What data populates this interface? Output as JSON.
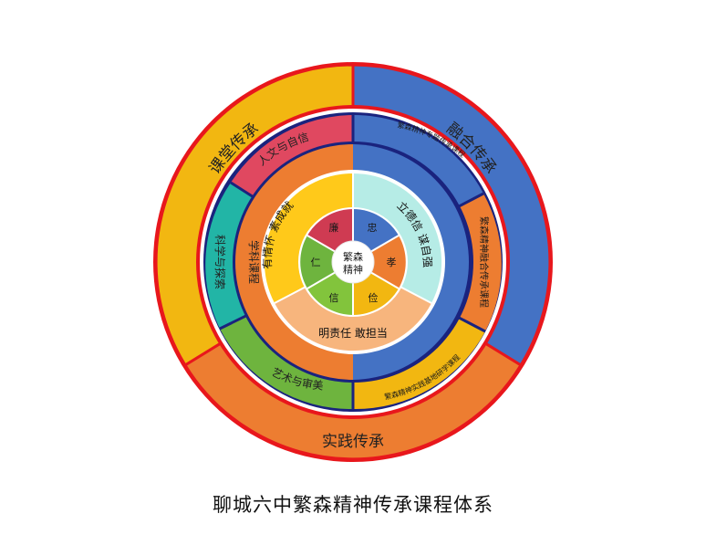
{
  "caption": "聊城六中繁森精神传承课程体系",
  "colors": {
    "red": "#e8171c",
    "yellow": "#f2b711",
    "blue": "#4472c4",
    "orange": "#ed7d31",
    "navy": "#1a237e",
    "pink": "#e04860",
    "teal": "#22b5a6",
    "green": "#6eb43e",
    "light_yellow": "#ffc91a",
    "light_cyan": "#b6ece6",
    "peach": "#f7b57d",
    "lime": "#82c43c",
    "dark_red": "#cf3b52",
    "white": "#ffffff"
  },
  "outer_ring": {
    "classroom": "课堂传承",
    "fusion": "融合传承",
    "practice": "实践传承"
  },
  "course_ring": {
    "humanities": "人文与自信",
    "science": "科学与探索",
    "arts": "艺术与审美",
    "special": "繁森精神专题传承课程",
    "fusion_course": "繁森精神融合传承课程",
    "base_course": "繁森精神实践基地研学课程"
  },
  "inner_ring": {
    "subject": "学科课程"
  },
  "values_ring": {
    "left": "有情怀 素成就",
    "right": "立德信 谋自强",
    "bottom": "明责任 敢担当"
  },
  "virtues": {
    "lian": "廉",
    "zhong": "忠",
    "xiao": "孝",
    "jian": "俭",
    "xin": "信",
    "ren": "仁"
  },
  "core": {
    "line1": "繁森",
    "line2": "精神"
  }
}
